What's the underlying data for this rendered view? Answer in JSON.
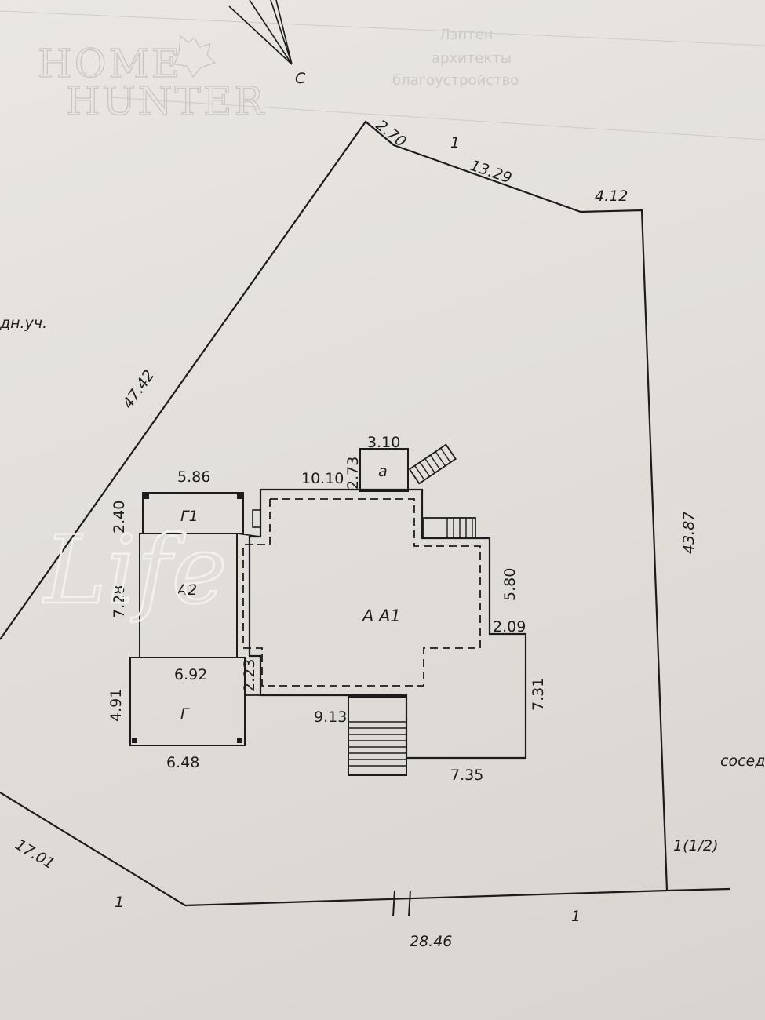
{
  "watermarks": {
    "brand_line1": "HOME",
    "brand_line2": "HUNTER",
    "life": "Life"
  },
  "header_faint": [
    "Лэптен",
    "архитекты",
    "благоустройство"
  ],
  "compass": {
    "north_label": "С"
  },
  "neighbors": {
    "left": "дн.уч.",
    "right": "сосед"
  },
  "parcel": {
    "edges": {
      "top_short": "2.70",
      "top_mid": "13.29",
      "top_right": "4.12",
      "right": "43.87",
      "bottom": "28.46",
      "bottom_left": "17.01",
      "left": "47.42"
    },
    "boundary_marks": {
      "top": "1",
      "bottom_left": "1",
      "bottom_right": "1",
      "corner": "1(1/2)"
    }
  },
  "buildings": {
    "main": {
      "label": "А  А1"
    },
    "a2": {
      "label": "А2"
    },
    "g1": {
      "label": "Г1"
    },
    "g": {
      "label": "Г"
    },
    "porch": {
      "label": "а"
    }
  },
  "dimensions": {
    "porch_width": "3.10",
    "porch_depth": "2.73",
    "main_top": "10.10",
    "main_right_upper": "5.80",
    "main_step": "2.09",
    "main_right_lower": "7.31",
    "main_bottom": "7.35",
    "main_left_bottom": "9.13",
    "g1_width": "5.86",
    "g1_depth": "2.40",
    "a2_depth": "7.28",
    "g_width_top": "6.92",
    "g_link": "2.23",
    "g_depth": "4.91",
    "g_width_bottom": "6.48"
  }
}
